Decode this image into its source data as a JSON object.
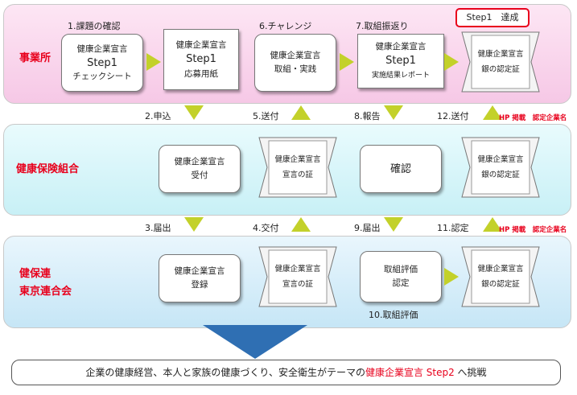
{
  "bands": {
    "jigyosho": "事業所",
    "kenpo": "健康保険組合",
    "kenporen_line1": "健保連",
    "kenporen_line2": "東京連合会"
  },
  "steps": {
    "s1": "1.課題の確認",
    "s2": "2.申込",
    "s3": "3.届出",
    "s4": "4.交付",
    "s5": "5.送付",
    "s6": "6.チャレンジ",
    "s7": "7.取組振返り",
    "s8": "8.報告",
    "s9": "9.届出",
    "s10": "10.取組評価",
    "s11": "11.認定",
    "s12": "12.送付"
  },
  "achieved": "Step1　達成",
  "boxes": {
    "checksheet": [
      "健康企業宣言",
      "Step1",
      "チェックシート"
    ],
    "application": [
      "健康企業宣言",
      "Step1",
      "応募用紙"
    ],
    "practice": [
      "健康企業宣言",
      "取組・実践"
    ],
    "report": [
      "健康企業宣言",
      "Step1",
      "実施結果レポート"
    ],
    "accept": [
      "健康企業宣言",
      "受付"
    ],
    "confirm": "確認",
    "register": [
      "健康企業宣言",
      "登録"
    ],
    "evaluate": [
      "取組評価",
      "認定"
    ]
  },
  "certs": {
    "declaration": [
      "健康企業宣言",
      "宣言の証"
    ],
    "silver": [
      "健康企業宣言",
      "銀の認定証"
    ]
  },
  "hp_note": "HP 掲載　認定企業名",
  "footer": {
    "before": "企業の健康経営、本人と家族の健康づくり、安全衛生がテーマの",
    "highlight": "健康企業宣言 Step2",
    "after": " へ挑戦"
  },
  "colors": {
    "accent_red": "#e8001c",
    "arrow_green": "#c3d12a",
    "big_arrow_blue": "#2f6fb3"
  }
}
